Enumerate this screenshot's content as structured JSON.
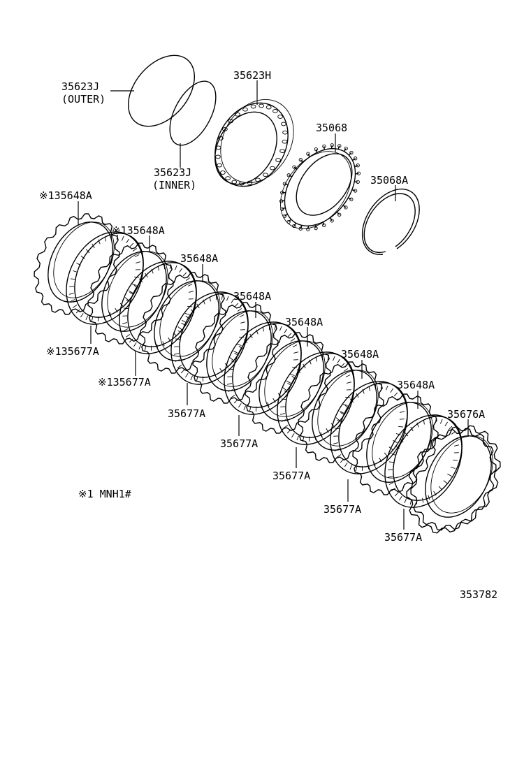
{
  "diagram": {
    "labels": {
      "ring_outer": "35623J",
      "ring_outer_note": "(OUTER)",
      "ring_inner": "35623J",
      "ring_inner_note": "(INNER)",
      "clutch_drum": "35623H",
      "one_way_clutch": "35068",
      "snap_ring": "35068A",
      "plate_s1_top": "※135648A",
      "plate_s1_second": "※135648A",
      "disc_s1_first": "※135677A",
      "disc_s1_second": "※135677A",
      "plate_3": "35648A",
      "plate_4": "35648A",
      "plate_5": "35648A",
      "plate_6": "35648A",
      "plate_7": "35648A",
      "flange": "35676A",
      "disc_3": "35677A",
      "disc_4": "35677A",
      "disc_5": "35677A",
      "disc_6": "35677A",
      "disc_7": "35677A",
      "footnote": "※1 MNH1#",
      "figure_number": "353782"
    },
    "stack_counts": {
      "steel_plates": 7,
      "friction_discs": 7,
      "flanges": 1
    }
  }
}
